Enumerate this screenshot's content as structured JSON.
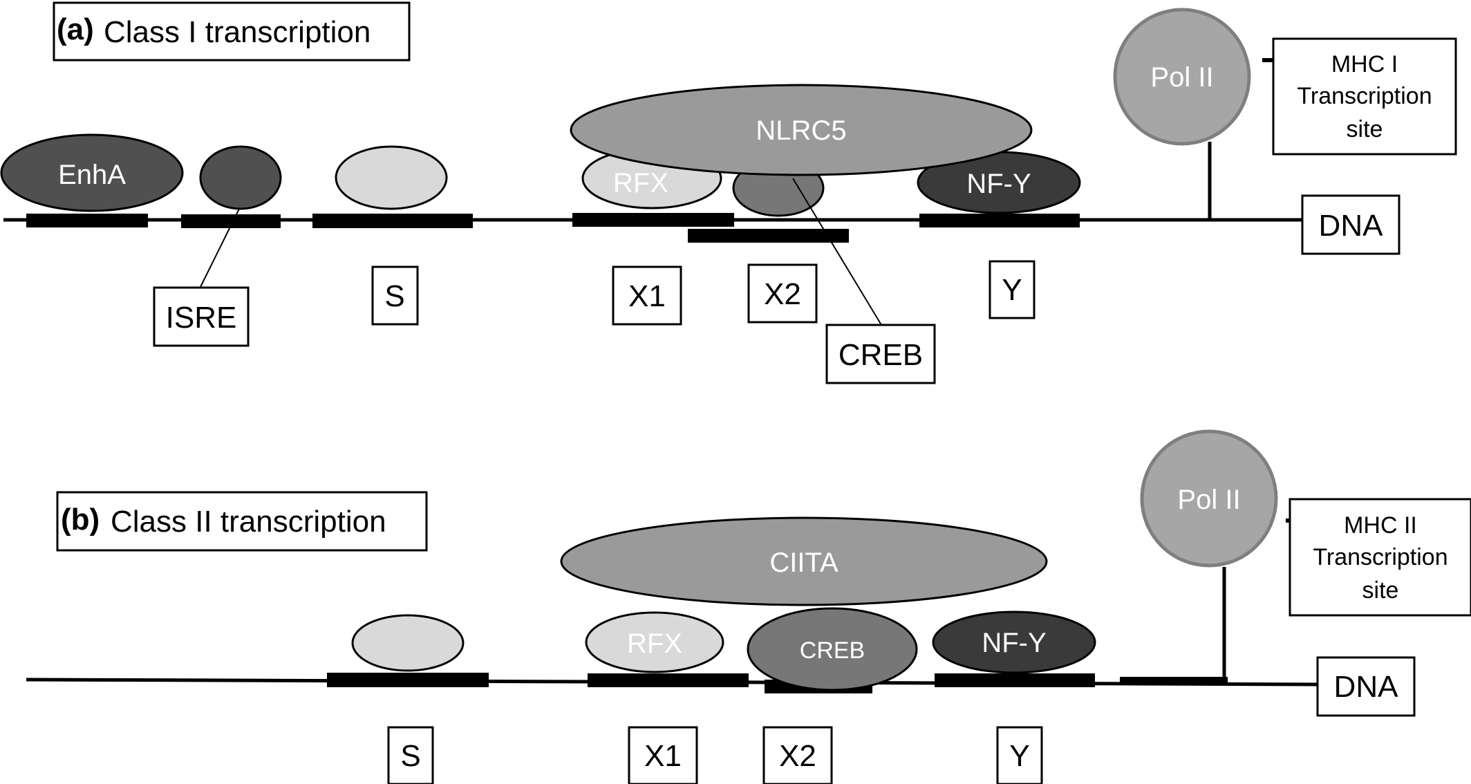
{
  "panel_a": {
    "letter": "(a)",
    "title": "Class I transcription",
    "proteins": {
      "enha": "EnhA",
      "isre_factor": "",
      "s_factor": "",
      "rfx": "RFX",
      "creb": "",
      "nlrc5": "NLRC5",
      "nfy": "NF-Y",
      "pol": "Pol II"
    },
    "elements": {
      "isre": "ISRE",
      "s": "S",
      "x1": "X1",
      "x2": "X2",
      "creb": "CREB",
      "y": "Y",
      "dna": "DNA"
    },
    "site": {
      "line1": "MHC I",
      "line2": "Transcription",
      "line3": "site"
    }
  },
  "panel_b": {
    "letter": "(b)",
    "title": "Class II transcription",
    "proteins": {
      "s_factor": "",
      "rfx": "RFX",
      "creb": "CREB",
      "ciita": "CIITA",
      "nfy": "NF-Y",
      "pol": "Pol II"
    },
    "elements": {
      "s": "S",
      "x1": "X1",
      "x2": "X2",
      "y": "Y",
      "dna": "DNA"
    },
    "site": {
      "line1": "MHC II",
      "line2": "Transcription",
      "line3": "site"
    }
  },
  "colors": {
    "dark": "#505050",
    "darker": "#3a3a3a",
    "light": "#d9d9d9",
    "mid": "#9a9a9a",
    "creb": "#777777",
    "pol": "#a6a6a6",
    "pol_stroke": "#7f7f7f",
    "line": "#000000"
  }
}
